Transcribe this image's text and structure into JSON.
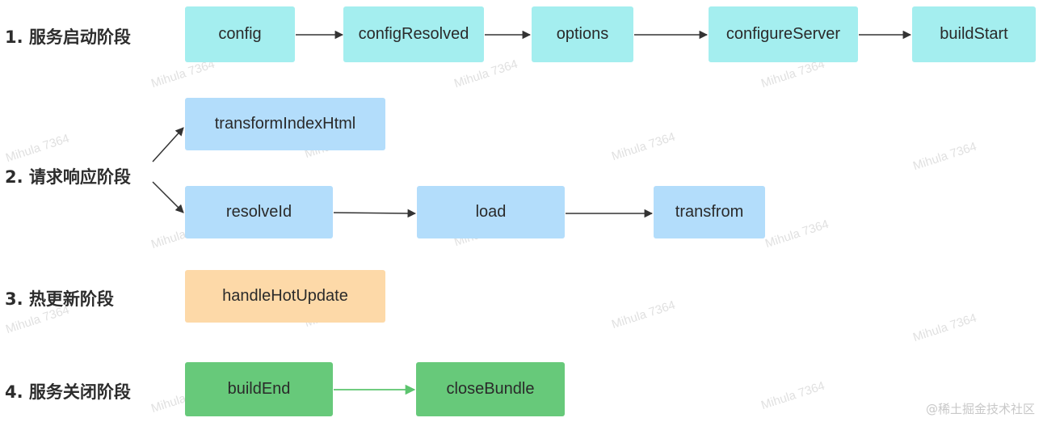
{
  "stages": [
    {
      "label": "1. 服务启动阶段"
    },
    {
      "label": "2. 请求响应阶段"
    },
    {
      "label": "3. 热更新阶段"
    },
    {
      "label": "4. 服务关闭阶段"
    }
  ],
  "nodes": {
    "config": "config",
    "configResolved": "configResolved",
    "options": "options",
    "configureServer": "configureServer",
    "buildStart": "buildStart",
    "transformIndexHtml": "transformIndexHtml",
    "resolveId": "resolveId",
    "load": "load",
    "transfrom": "transfrom",
    "handleHotUpdate": "handleHotUpdate",
    "buildEnd": "buildEnd",
    "closeBundle": "closeBundle"
  },
  "colors": {
    "startup": "#a4eeef",
    "request": "#b3ddfb",
    "hot_update": "#fdd9a8",
    "shutdown": "#67c97a",
    "arrow": "#333333",
    "arrow_shutdown": "#5cc46e"
  },
  "watermark": "Mihula 7364",
  "credit": "@稀土掘金技术社区"
}
